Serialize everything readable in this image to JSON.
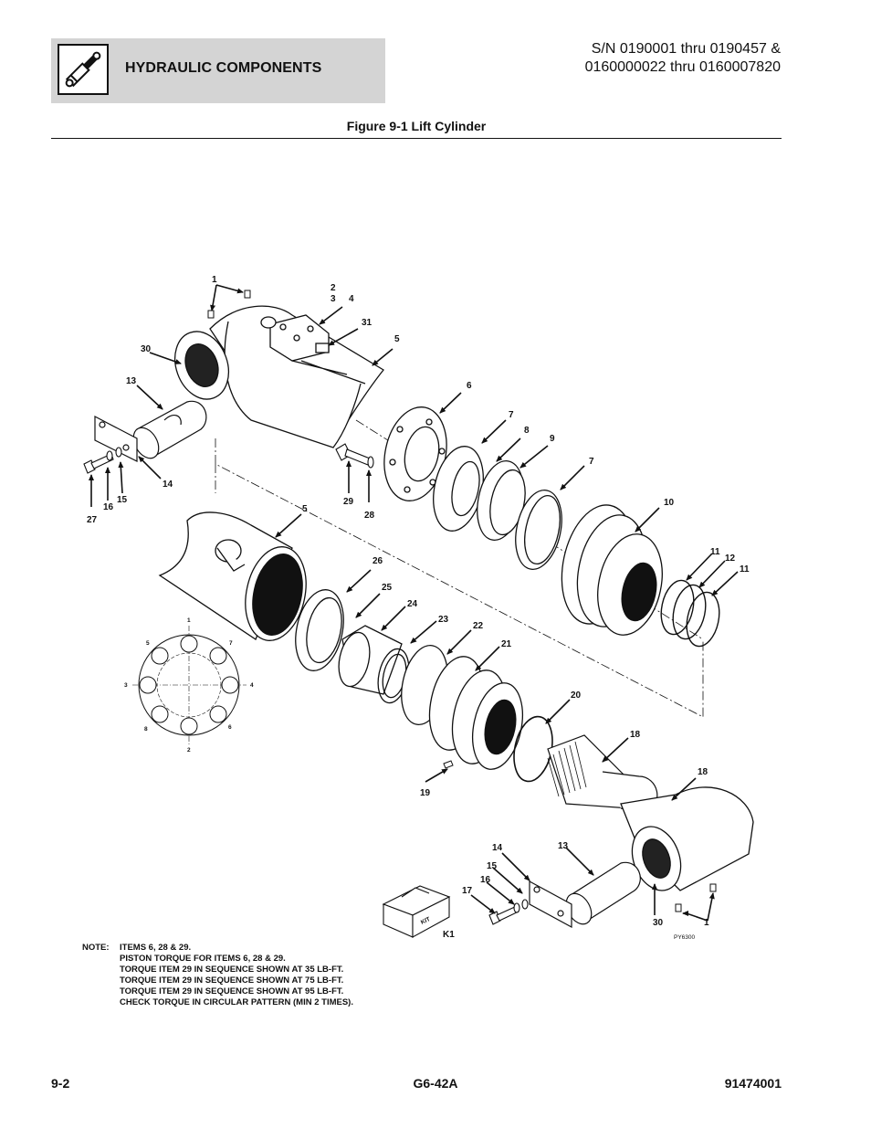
{
  "header": {
    "section_title": "HYDRAULIC COMPONENTS",
    "serial_line1": "S/N 0190001 thru 0190457 &",
    "serial_line2": "0160000022 thru 0160007820",
    "icon": "hydraulic-cylinder-icon"
  },
  "figure": {
    "title": "Figure 9-1 Lift Cylinder",
    "drawing_id": "PY6300",
    "kit_box_text": "KIT",
    "callouts": [
      "1",
      "2",
      "3",
      "4",
      "31",
      "5",
      "30",
      "13",
      "6",
      "7",
      "8",
      "9",
      "7",
      "14",
      "15",
      "16",
      "27",
      "29",
      "28",
      "5",
      "10",
      "11",
      "12",
      "11",
      "26",
      "25",
      "24",
      "23",
      "22",
      "21",
      "20",
      "18",
      "18",
      "19",
      "13",
      "14",
      "15",
      "16",
      "17",
      "K1",
      "30",
      "1"
    ],
    "bolt_sequence": [
      "1",
      "2",
      "3",
      "4",
      "5",
      "6",
      "7",
      "8"
    ]
  },
  "note": {
    "label": "NOTE:",
    "lines": [
      "ITEMS 6, 28 & 29.",
      "PISTON TORQUE FOR ITEMS 6, 28 & 29.",
      "TORQUE ITEM 29 IN SEQUENCE SHOWN AT 35 LB-FT.",
      "TORQUE ITEM 29 IN SEQUENCE SHOWN AT 75 LB-FT.",
      "TORQUE ITEM 29 IN SEQUENCE SHOWN AT 95 LB-FT.",
      "CHECK TORQUE IN CIRCULAR PATTERN (MIN 2 TIMES)."
    ]
  },
  "footer": {
    "page": "9-2",
    "model": "G6-42A",
    "doc_number": "91474001"
  }
}
